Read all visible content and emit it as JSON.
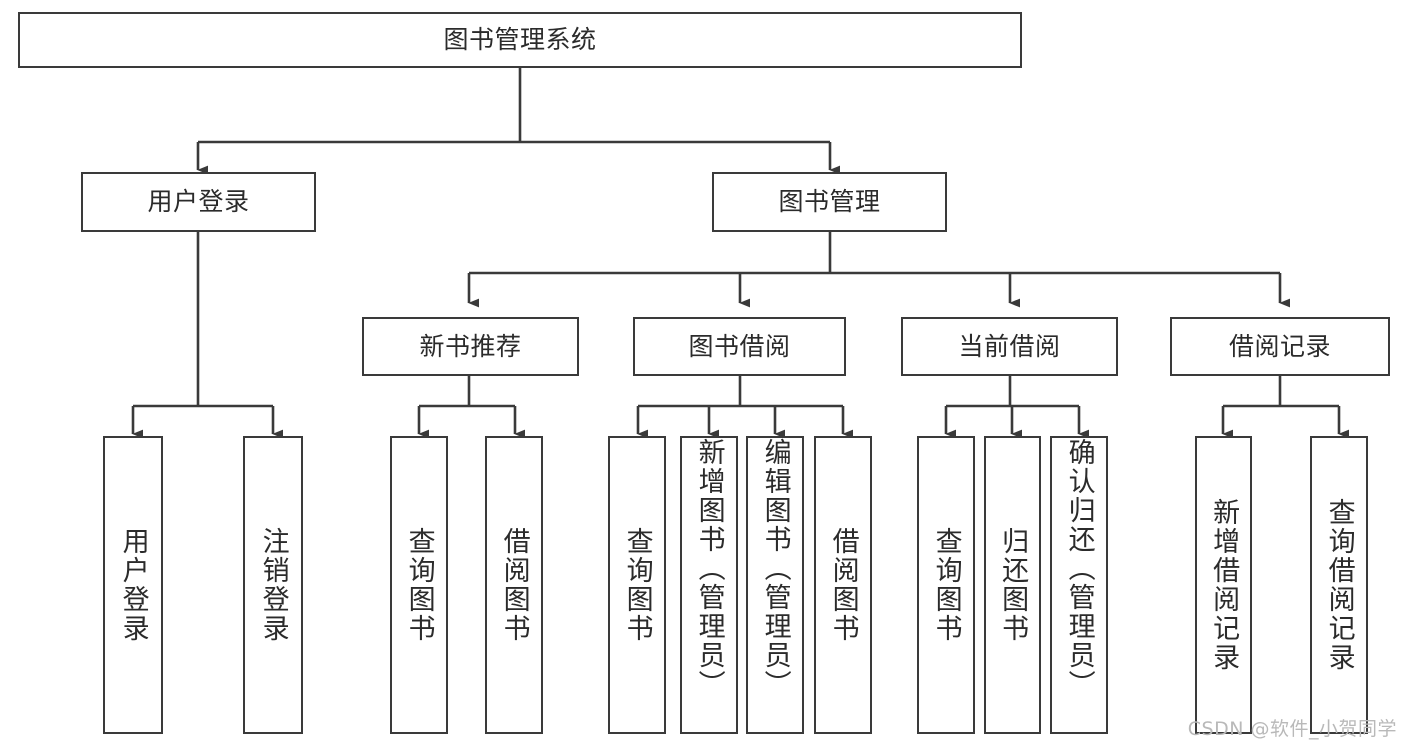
{
  "diagram": {
    "title": "图书管理系统",
    "type": "tree-hierarchy-diagram",
    "nodes": {
      "root": {
        "label": "图书管理系统"
      },
      "l2": [
        {
          "id": "user-login",
          "label": "用户登录"
        },
        {
          "id": "book-management",
          "label": "图书管理"
        }
      ],
      "l3": [
        {
          "id": "new-book-recommend",
          "label": "新书推荐"
        },
        {
          "id": "book-borrow",
          "label": "图书借阅"
        },
        {
          "id": "current-borrow",
          "label": "当前借阅"
        },
        {
          "id": "borrow-record",
          "label": "借阅记录"
        }
      ],
      "leaves": [
        {
          "id": "leaf-user-login",
          "label": "用户登录"
        },
        {
          "id": "leaf-logout",
          "label": "注销登录"
        },
        {
          "id": "leaf-query-book-1",
          "label": "查询图书"
        },
        {
          "id": "leaf-borrow-book-1",
          "label": "借阅图书"
        },
        {
          "id": "leaf-query-book-2",
          "label": "查询图书"
        },
        {
          "id": "leaf-add-book",
          "label": "新增图书（管理员）"
        },
        {
          "id": "leaf-edit-book",
          "label": "编辑图书（管理员）"
        },
        {
          "id": "leaf-borrow-book-2",
          "label": "借阅图书"
        },
        {
          "id": "leaf-query-book-3",
          "label": "查询图书"
        },
        {
          "id": "leaf-return-book",
          "label": "归还图书"
        },
        {
          "id": "leaf-confirm-return",
          "label": "确认归还（管理员）"
        },
        {
          "id": "leaf-add-record",
          "label": "新增借阅记录"
        },
        {
          "id": "leaf-query-record",
          "label": "查询借阅记录"
        }
      ]
    },
    "watermark": "CSDN @软件_小贺同学",
    "colors": {
      "stroke": "#3a3a3a",
      "text": "#2b2b2b",
      "background": "#ffffff",
      "watermark": "#b9b9b9"
    }
  }
}
